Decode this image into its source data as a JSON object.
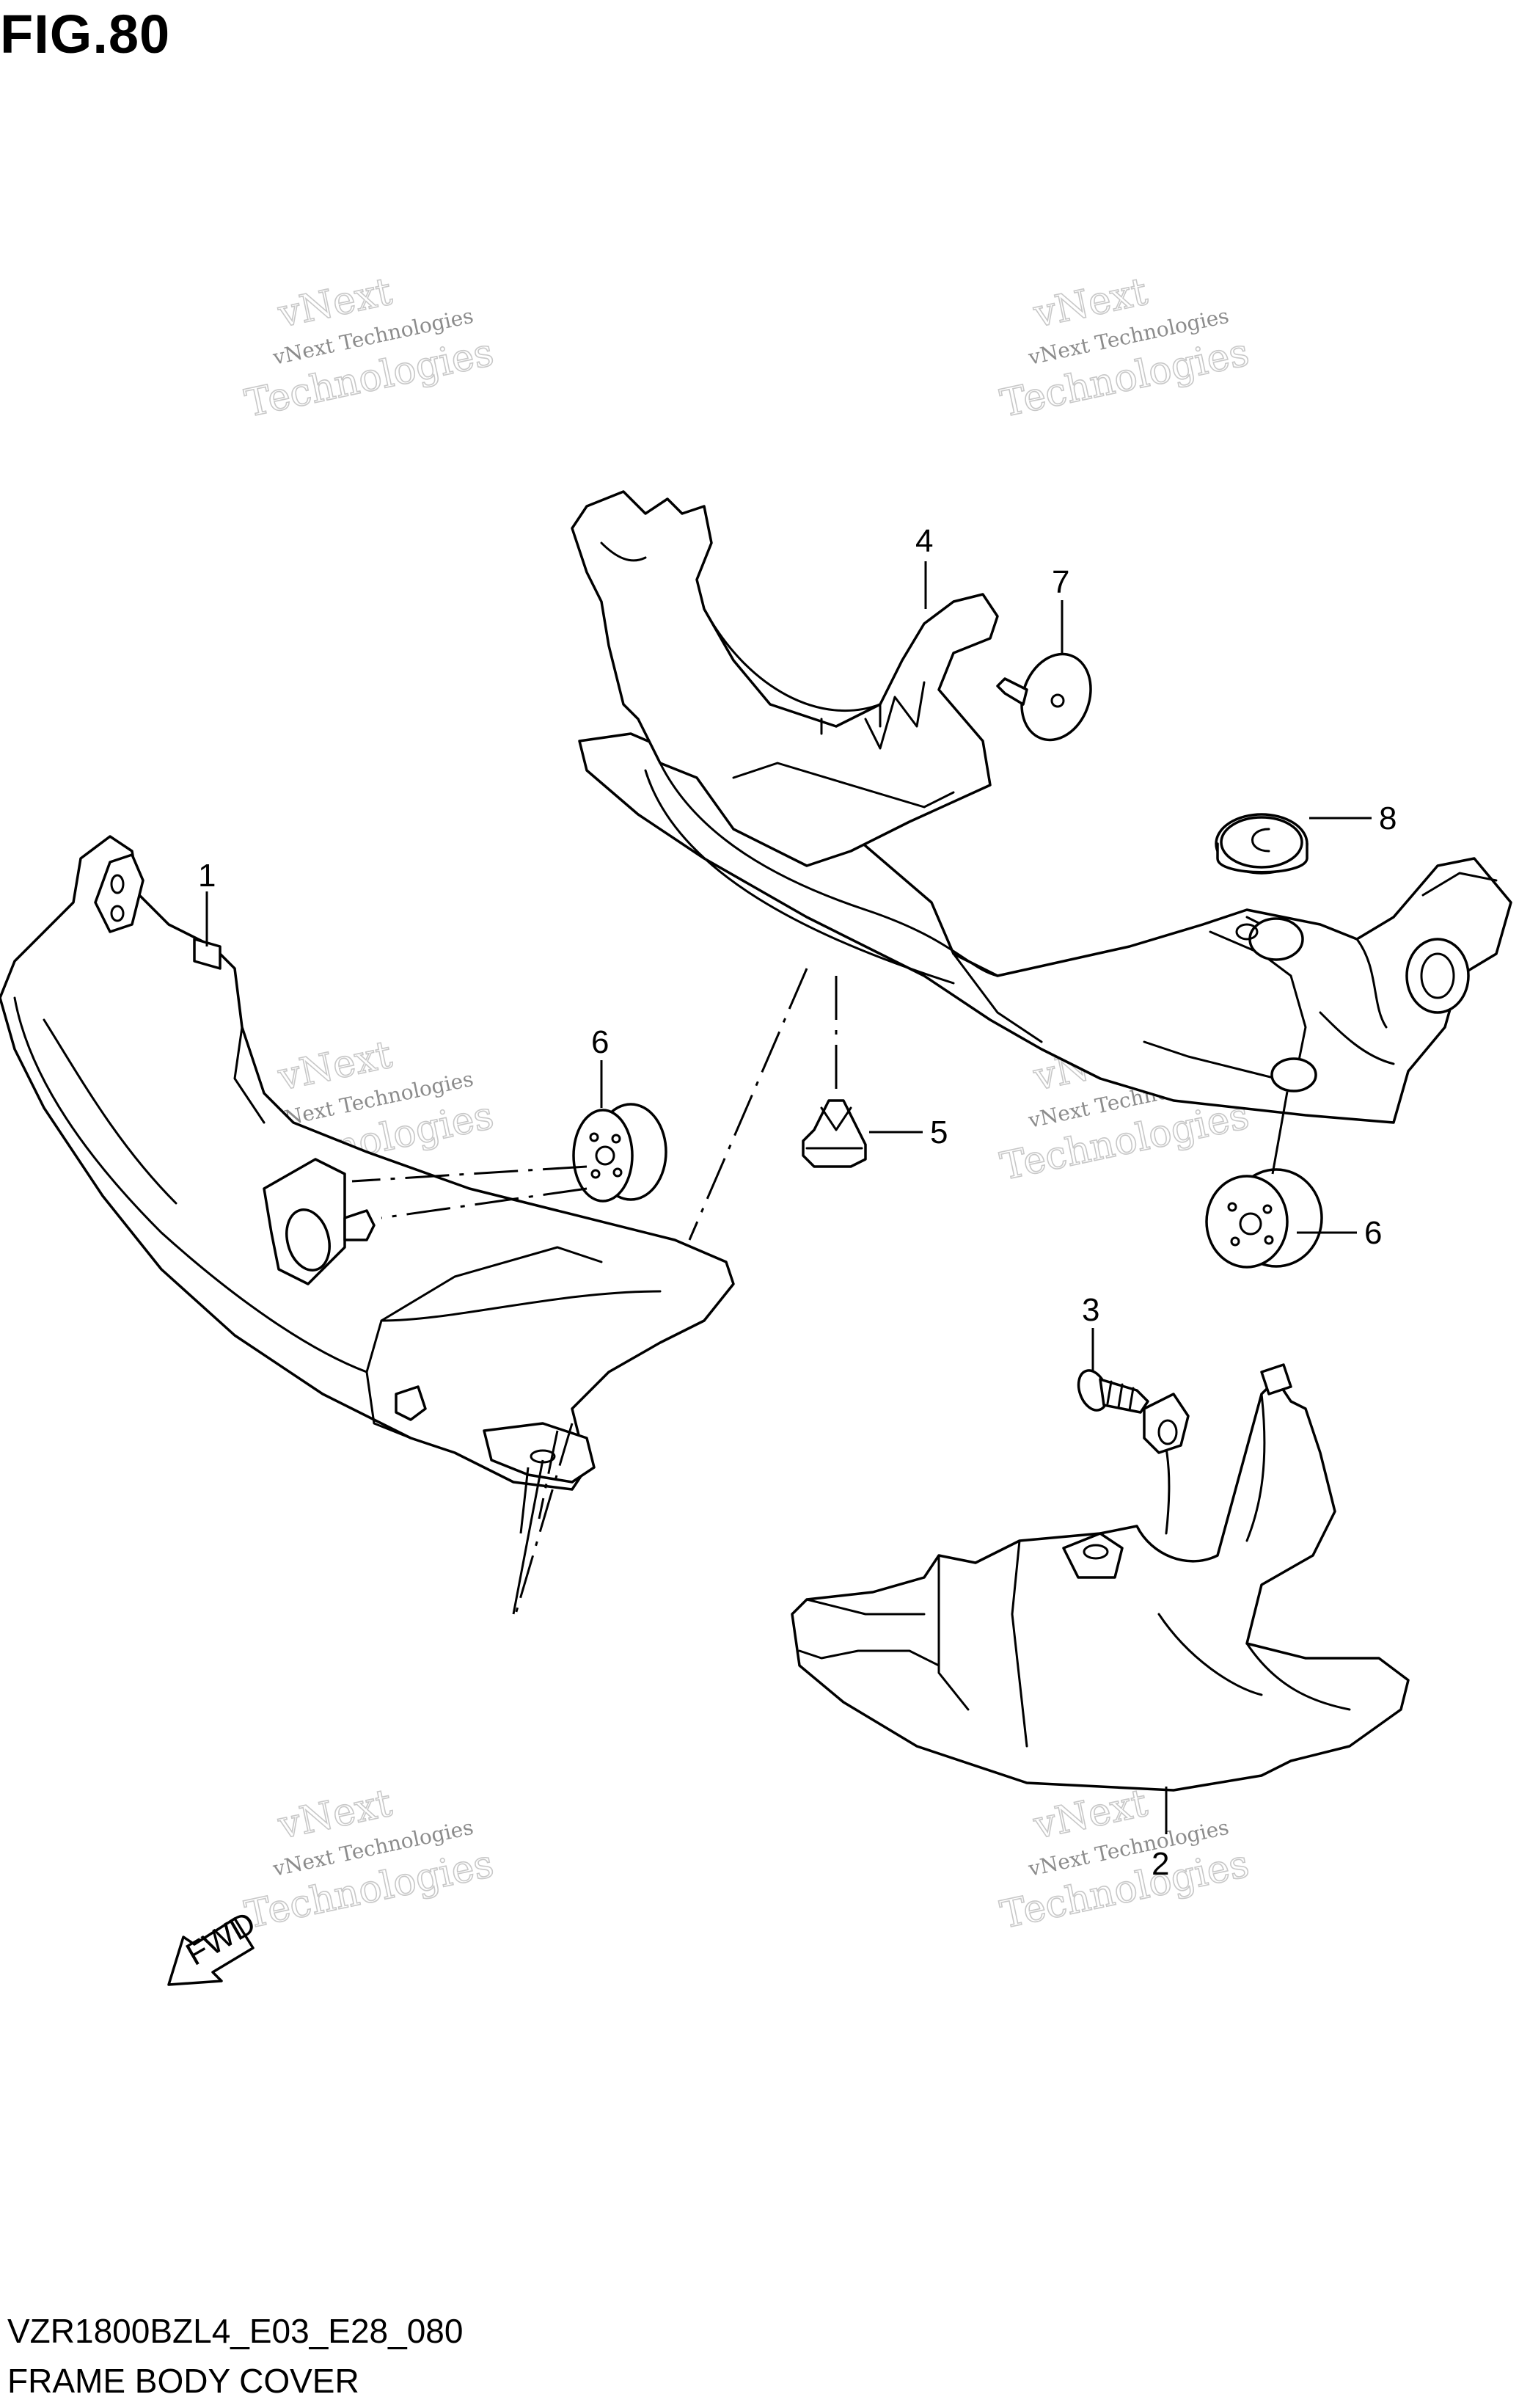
{
  "figure": {
    "title": "FIG.80",
    "code": "VZR1800BZL4_E03_E28_080",
    "caption": "FRAME BODY COVER",
    "forward_marker": "FWD"
  },
  "callouts": [
    {
      "id": "1",
      "label": "1"
    },
    {
      "id": "2",
      "label": "2"
    },
    {
      "id": "3",
      "label": "3"
    },
    {
      "id": "4",
      "label": "4"
    },
    {
      "id": "5",
      "label": "5"
    },
    {
      "id": "6a",
      "label": "6"
    },
    {
      "id": "6b",
      "label": "6"
    },
    {
      "id": "7",
      "label": "7"
    },
    {
      "id": "8",
      "label": "8"
    }
  ],
  "watermark": {
    "line1": "vNext",
    "line2": "vNext Technologies",
    "line3": "Technologies"
  }
}
